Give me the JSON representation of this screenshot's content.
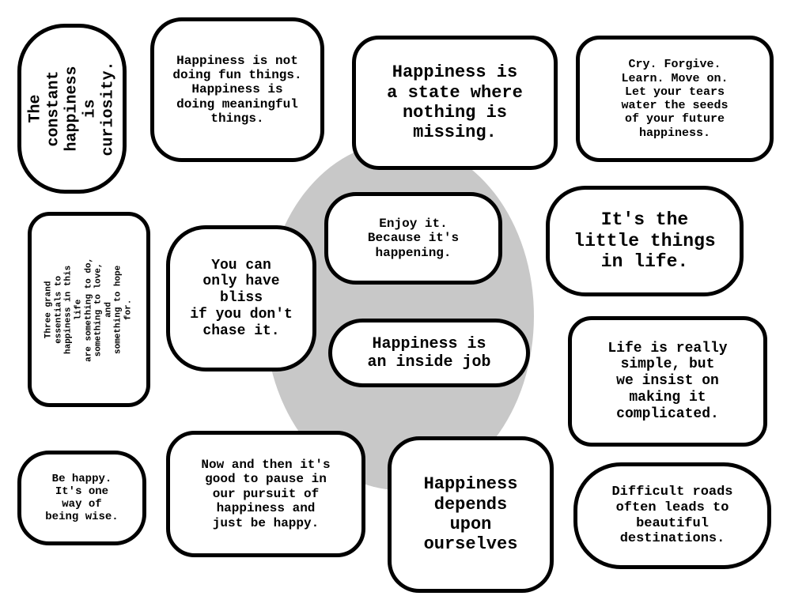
{
  "labels": [
    {
      "text": "The constant\nhappiness is\ncuriosity."
    },
    {
      "text": "Happiness is not\ndoing fun things.\nHappiness is\ndoing meaningful\nthings."
    },
    {
      "text": "Happiness is\na state where\nnothing is\nmissing."
    },
    {
      "text": "Cry. Forgive.\nLearn. Move on.\nLet your tears\nwater the seeds\nof your future\nhappiness."
    },
    {
      "text": "Three grand essentials to\nhappiness in this life\nare something to do,\nsomething to love, and\nsomething to hope for."
    },
    {
      "text": "You can\nonly have\nbliss\nif you don't\nchase it."
    },
    {
      "text": "Enjoy it.\nBecause it's\nhappening."
    },
    {
      "text": "Happiness is\nan inside job"
    },
    {
      "text": "It's the\nlittle things\nin life."
    },
    {
      "text": "Life is really\nsimple, but\nwe insist on\nmaking it\ncomplicated."
    },
    {
      "text": "Be happy.\nIt's one\nway of\nbeing wise."
    },
    {
      "text": "Now and then it's\ngood to pause in\nour pursuit of\nhappiness and\njust be happy."
    },
    {
      "text": "Happiness\ndepends\nupon\nourselves"
    },
    {
      "text": "Difficult roads\noften leads to\nbeautiful\ndestinations."
    }
  ]
}
